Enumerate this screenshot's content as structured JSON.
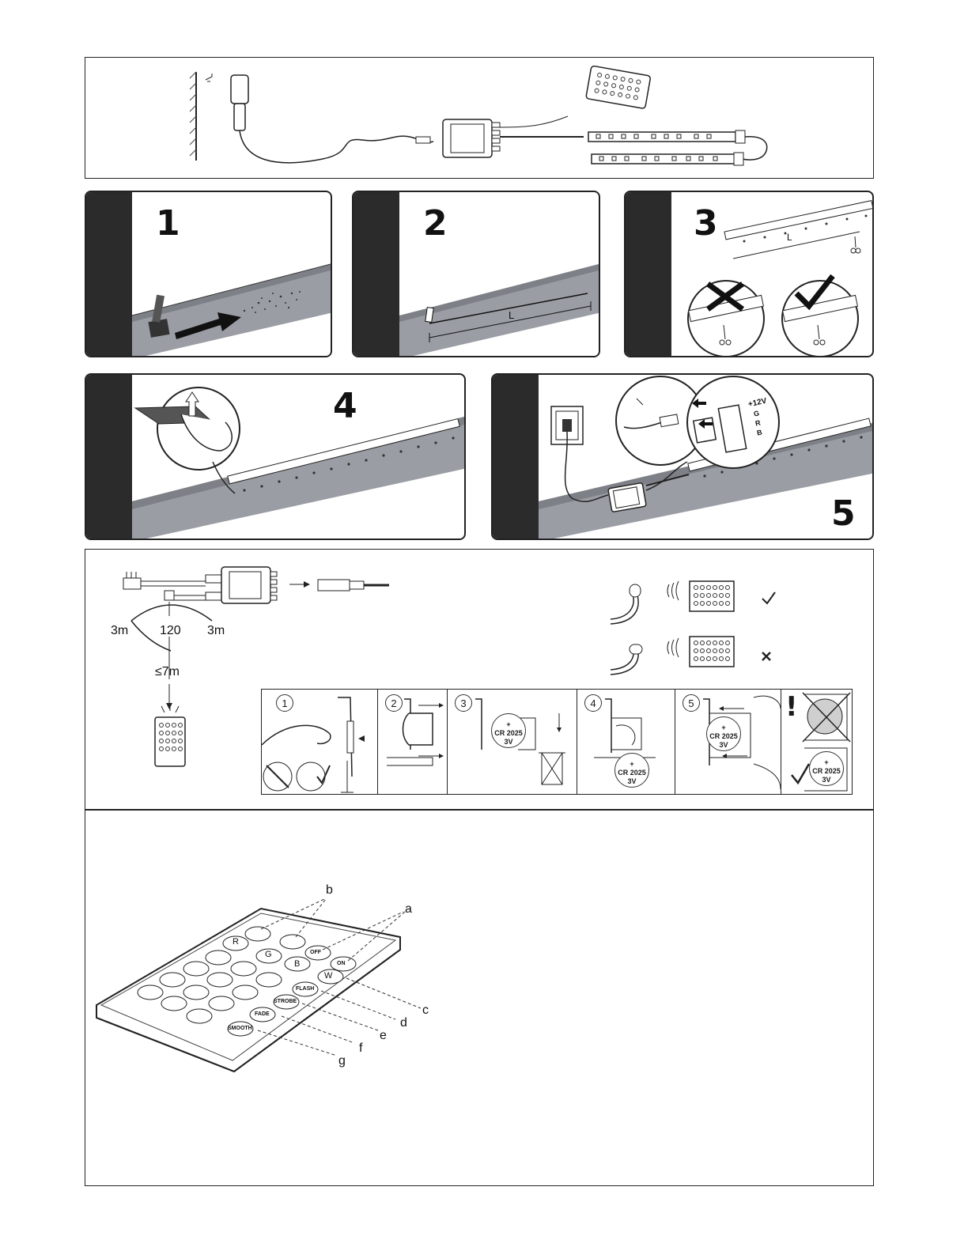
{
  "steps": [
    "1",
    "2",
    "3",
    "4",
    "5"
  ],
  "step2_dimension": "L",
  "step3_dimension": "L",
  "connector_pins": [
    "+12V",
    "G",
    "R",
    "B"
  ],
  "sensor": {
    "left_distance": "3m",
    "angle": "120",
    "right_distance": "3m",
    "max_distance": "≤7m"
  },
  "battery_steps": [
    "1",
    "2",
    "3",
    "4",
    "5"
  ],
  "battery": {
    "type": "CR 2025",
    "voltage": "3V",
    "polarity": "+"
  },
  "warning_mark": "!",
  "remote": {
    "buttons": [
      "R",
      "G",
      "B",
      "W",
      "OFF",
      "ON",
      "FLASH",
      "STROBE",
      "FADE",
      "SMOOTH"
    ],
    "callouts": [
      "a",
      "b",
      "c",
      "d",
      "e",
      "f",
      "g"
    ]
  }
}
